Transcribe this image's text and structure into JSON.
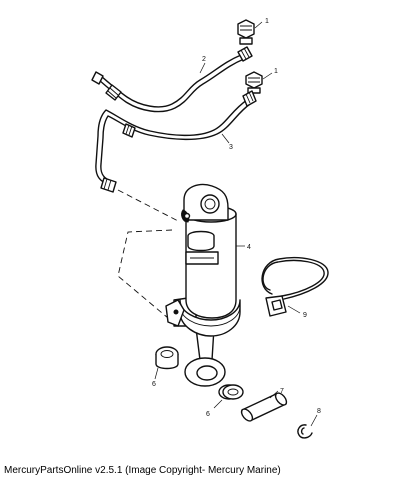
{
  "callouts": {
    "fitting_top": "1",
    "fitting_mid": "1",
    "tube_upper": "2",
    "tube_lower": "3",
    "cylinder": "4",
    "bushing_left": "6",
    "bushing_right": "6",
    "pin": "7",
    "snap_ring": "8",
    "clamp": "9"
  },
  "caption": "MercuryPartsOnline v2.5.1 (Image Copyright- Mercury Marine)"
}
